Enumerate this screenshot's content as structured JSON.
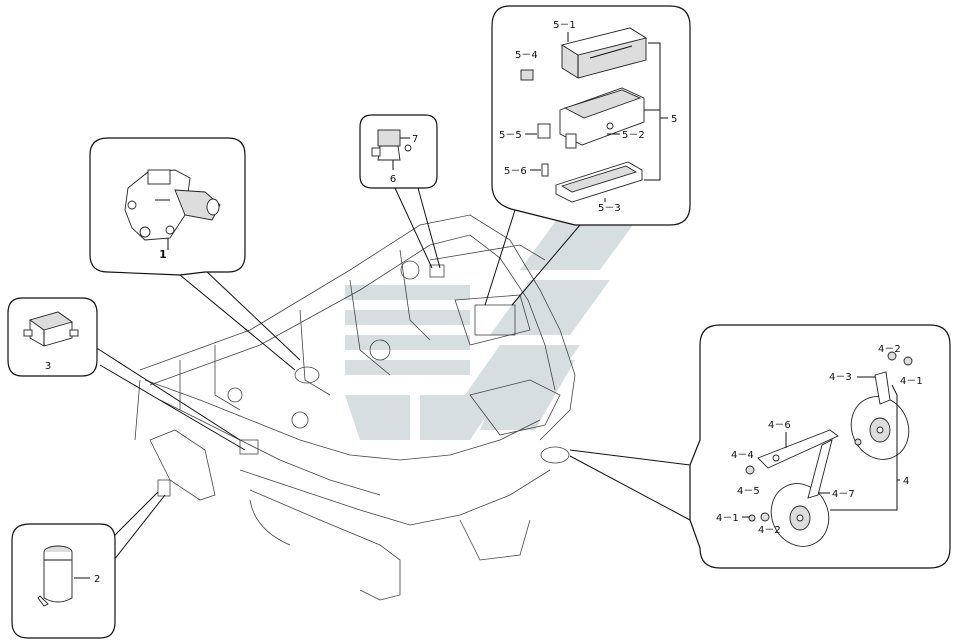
{
  "callouts": {
    "c1": "1",
    "c2": "2",
    "c3": "3",
    "c4": "4",
    "c4_1a": "4－1",
    "c4_1b": "4－1",
    "c4_2a": "4－2",
    "c4_2b": "4－2",
    "c4_3": "4－3",
    "c4_4": "4－4",
    "c4_5": "4－5",
    "c4_6": "4－6",
    "c4_7": "4－7",
    "c5": "5",
    "c5_1": "5－1",
    "c5_2": "5－2",
    "c5_3": "5－3",
    "c5_4": "5－4",
    "c5_5": "5－5",
    "c5_6": "5－6",
    "c6": "6",
    "c7": "7"
  },
  "colors": {
    "line": "#111111",
    "watermark": "#c9d3d6",
    "background": "#ffffff"
  }
}
